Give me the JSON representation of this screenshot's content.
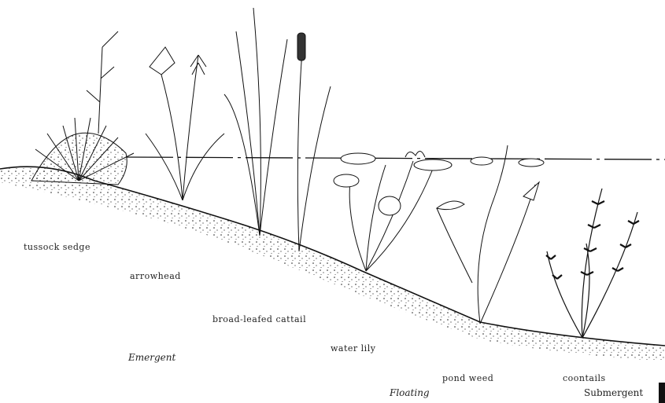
{
  "plants": {
    "tussock_sedge": "tussock sedge",
    "arrowhead": "arrowhead",
    "cattail": "broad-leafed cattail",
    "water_lily": "water lily",
    "pond_weed": "pond weed",
    "coontails": "coontails"
  },
  "zones": {
    "emergent": "Emergent",
    "floating": "Floating",
    "submergent": "Submergent"
  }
}
